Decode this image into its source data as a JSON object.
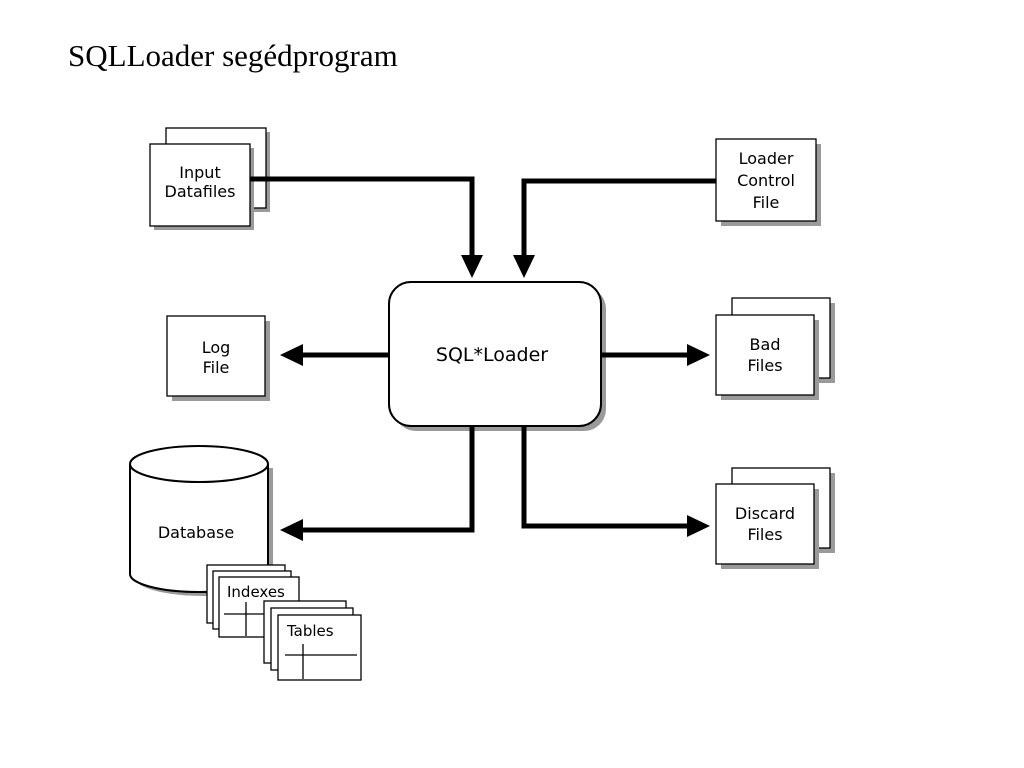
{
  "title": "SQLLoader segédprogram",
  "diagram": {
    "input": [
      "Input",
      "Datafiles"
    ],
    "control": [
      "Loader",
      "Control",
      "File"
    ],
    "loader": "SQL*Loader",
    "log": [
      "Log",
      "File"
    ],
    "bad": [
      "Bad",
      "Files"
    ],
    "discard": [
      "Discard",
      "Files"
    ],
    "database": "Database",
    "indexes": "Indexes",
    "tables": "Tables"
  }
}
